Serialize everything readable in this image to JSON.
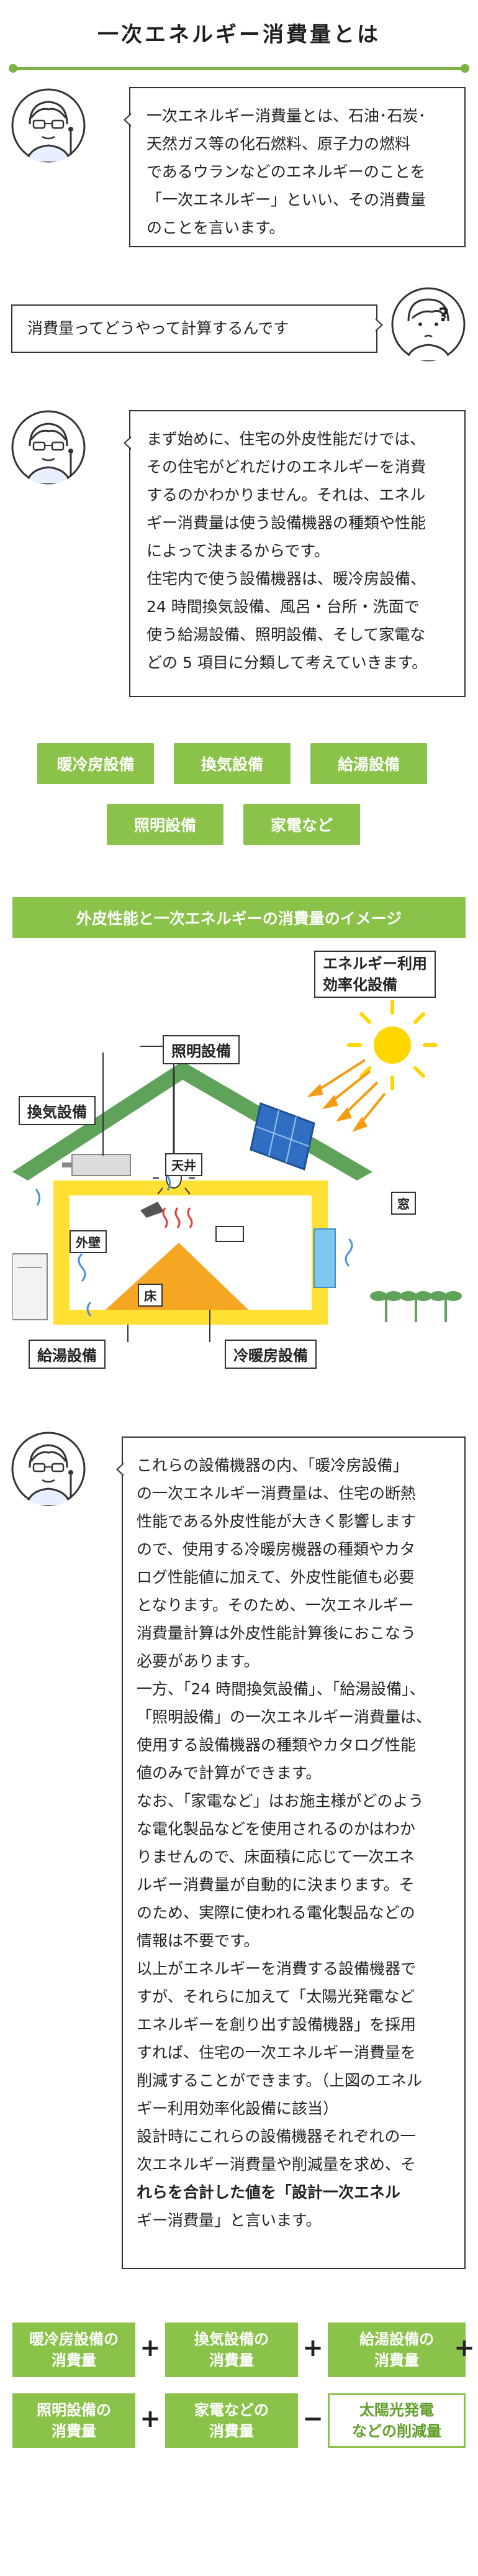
{
  "page_title": "一次エネルギー消費量とは",
  "intro_box": {
    "lines": [
      "一次エネルギー消費量とは、石油･石炭･",
      "天然ガス等の化石燃料、原子力の燃料",
      "であるウランなどのエネルギーのことを",
      "「一次エネルギー」といい、その消費量",
      "のことを言います。"
    ]
  },
  "question_box": {
    "text": "消費量ってどうやって計算するんです",
    "mark": "?"
  },
  "answer_box": {
    "lines": [
      "まず始めに、住宅の外皮性能だけでは、",
      "その住宅がどれだけのエネルギーを消費",
      "するのかわかりません。それは、エネル",
      "ギー消費量は使う設備機器の種類や性能",
      "によって決まるからです。",
      "住宅内で使う設備機器は、暖冷房設備、",
      "24 時間換気設備、風呂・台所・洗面で",
      "使う給湯設備、照明設備、そして家電な",
      "どの 5 項目に分類して考えていきます。"
    ]
  },
  "categories": [
    "暖冷房設備",
    "換気設備",
    "給湯設備",
    "照明設備",
    "家電など"
  ],
  "diagram": {
    "banner": "外皮性能と一次エネルギーの消費量のイメージ",
    "labels": {
      "efficiency": [
        "エネルギー利用",
        "効率化設備"
      ],
      "lighting": "照明設備",
      "ventilation": "換気設備",
      "ceiling": "天井",
      "window": "窓",
      "wall": "外壁",
      "floor": "床",
      "hot_water": "給湯設備",
      "heating_cooling": "冷暖房設備"
    }
  },
  "explanation_box": {
    "lines": [
      "これらの設備機器の内、「暖冷房設備」",
      "の一次エネルギー消費量は、住宅の断熱",
      "性能である外皮性能が大きく影響します",
      "ので、使用する冷暖房機器の種類やカタ",
      "ログ性能値に加えて、外皮性能値も必要",
      "となります。そのため、一次エネルギー",
      "消費量計算は外皮性能計算後におこなう",
      "必要があります。",
      "一方、「24 時間換気設備」、「給湯設備」、",
      "「照明設備」の一次エネルギー消費量は、",
      "使用する設備機器の種類やカタログ性能",
      "値のみで計算ができます。",
      "なお、「家電など」はお施主様がどのよう",
      "な電化製品などを使用されるのかはわか",
      "りませんので、床面積に応じて一次エネ",
      "ルギー消費量が自動的に決まります。そ",
      "のため、実際に使われる電化製品などの",
      "情報は不要です。",
      "以上がエネルギーを消費する設備機器で",
      "すが、それらに加えて「太陽光発電など",
      "エネルギーを創り出す設備機器」を採用",
      "すれば、住宅の一次エネルギー消費量を",
      "削減することができます。（上図のエネル",
      "ギー利用効率化設備に該当）",
      "設計時にこれらの設備機器それぞれの一",
      "次エネルギー消費量や削減量を求め、そ",
      "れらを合計した値を「設計一次エネル",
      "ギー消費量」と言います。"
    ]
  },
  "formula": {
    "items": [
      [
        "暖冷房設備の",
        "消費量"
      ],
      [
        "換気設備の",
        "消費量"
      ],
      [
        "給湯設備の",
        "消費量"
      ],
      [
        "照明設備の",
        "消費量"
      ],
      [
        "家電などの",
        "消費量"
      ],
      [
        "太陽光発電",
        "などの削減量"
      ]
    ],
    "ops": [
      "+",
      "+",
      "+",
      "+",
      "−"
    ]
  },
  "colors": {
    "accent": "#8bc34a",
    "accent_dark": "#7cb342",
    "house_yellow": "#ffe033",
    "roof_green": "#5fa35a"
  }
}
